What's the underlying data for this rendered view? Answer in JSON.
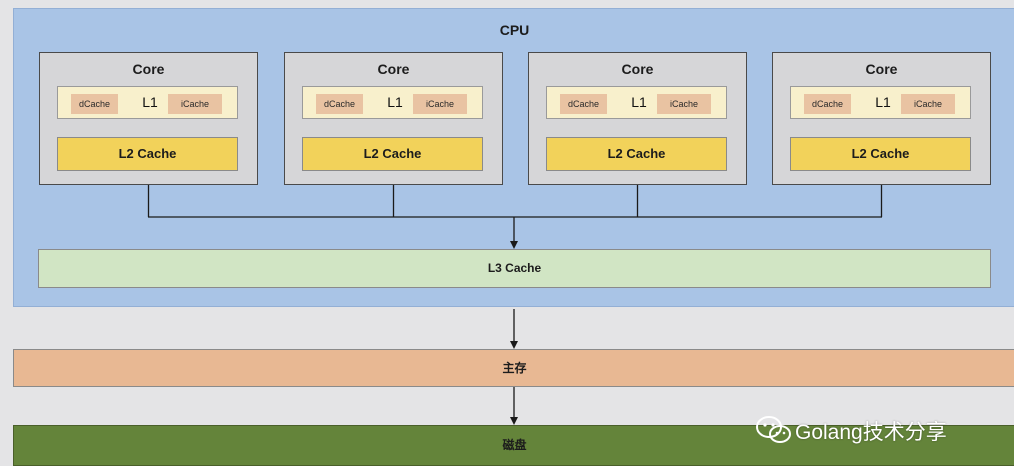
{
  "cpu": {
    "label": "CPU"
  },
  "cores": [
    {
      "title": "Core",
      "l1": {
        "label": "L1",
        "dcache": "dCache",
        "icache": "iCache"
      },
      "l2": "L2 Cache"
    },
    {
      "title": "Core",
      "l1": {
        "label": "L1",
        "dcache": "dCache",
        "icache": "iCache"
      },
      "l2": "L2 Cache"
    },
    {
      "title": "Core",
      "l1": {
        "label": "L1",
        "dcache": "dCache",
        "icache": "iCache"
      },
      "l2": "L2 Cache"
    },
    {
      "title": "Core",
      "l1": {
        "label": "L1",
        "dcache": "dCache",
        "icache": "iCache"
      },
      "l2": "L2 Cache"
    }
  ],
  "l3": "L3 Cache",
  "memory": "主存",
  "disk": "磁盘",
  "watermark": {
    "text": "Golang技术分享",
    "icon": "wechat-icon"
  },
  "colors": {
    "cpu": "#a9c4e6",
    "core": "#d6d6d8",
    "l1": "#f8f0cc",
    "cache_chip": "#e9c3a2",
    "l2": "#f2d25a",
    "l3": "#d1e5c4",
    "memory": "#e8b893",
    "disk": "#64843a"
  }
}
